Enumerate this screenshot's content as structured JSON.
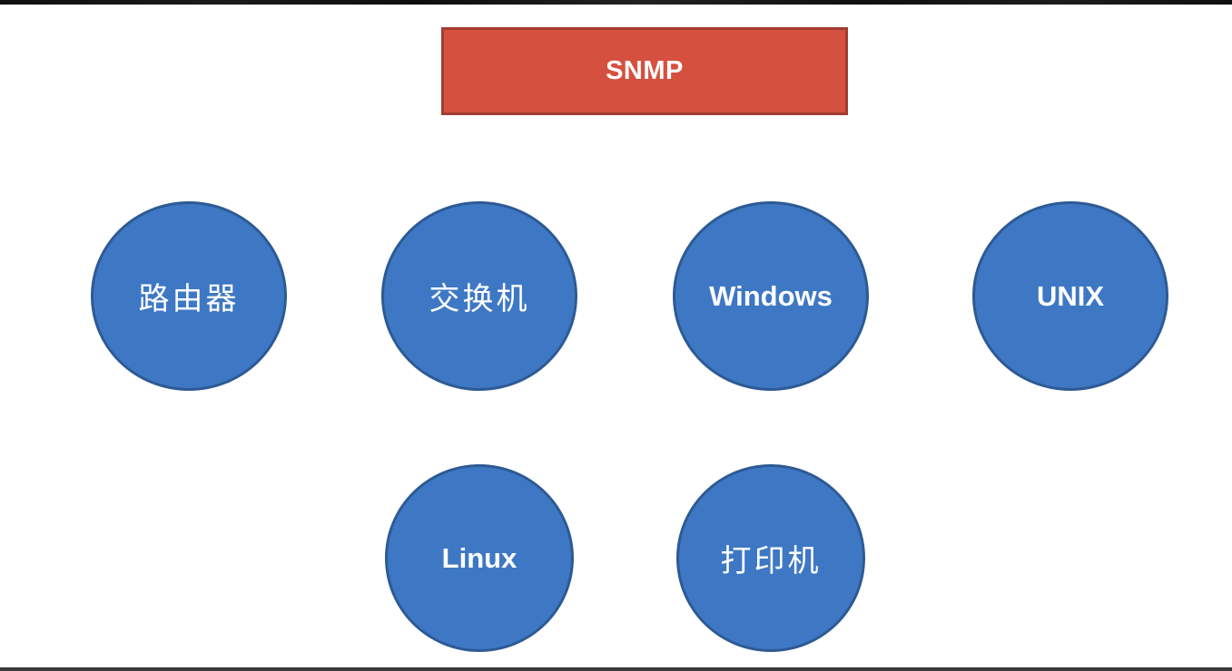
{
  "diagram": {
    "title_box": {
      "label": "SNMP"
    },
    "nodes": [
      {
        "id": "router",
        "label": "路由器",
        "shape": "ellipse"
      },
      {
        "id": "switch",
        "label": "交换机",
        "shape": "ellipse"
      },
      {
        "id": "windows",
        "label": "Windows",
        "shape": "ellipse"
      },
      {
        "id": "unix",
        "label": "UNIX",
        "shape": "ellipse"
      },
      {
        "id": "linux",
        "label": "Linux",
        "shape": "ellipse"
      },
      {
        "id": "printer",
        "label": "打印机",
        "shape": "ellipse"
      }
    ],
    "colors": {
      "box_fill": "#d6503f",
      "box_border": "#a23c31",
      "ellipse_fill": "#3e78c4",
      "ellipse_border": "#2d5a94",
      "label_text": "#ffffff",
      "background": "#ffffff"
    }
  }
}
